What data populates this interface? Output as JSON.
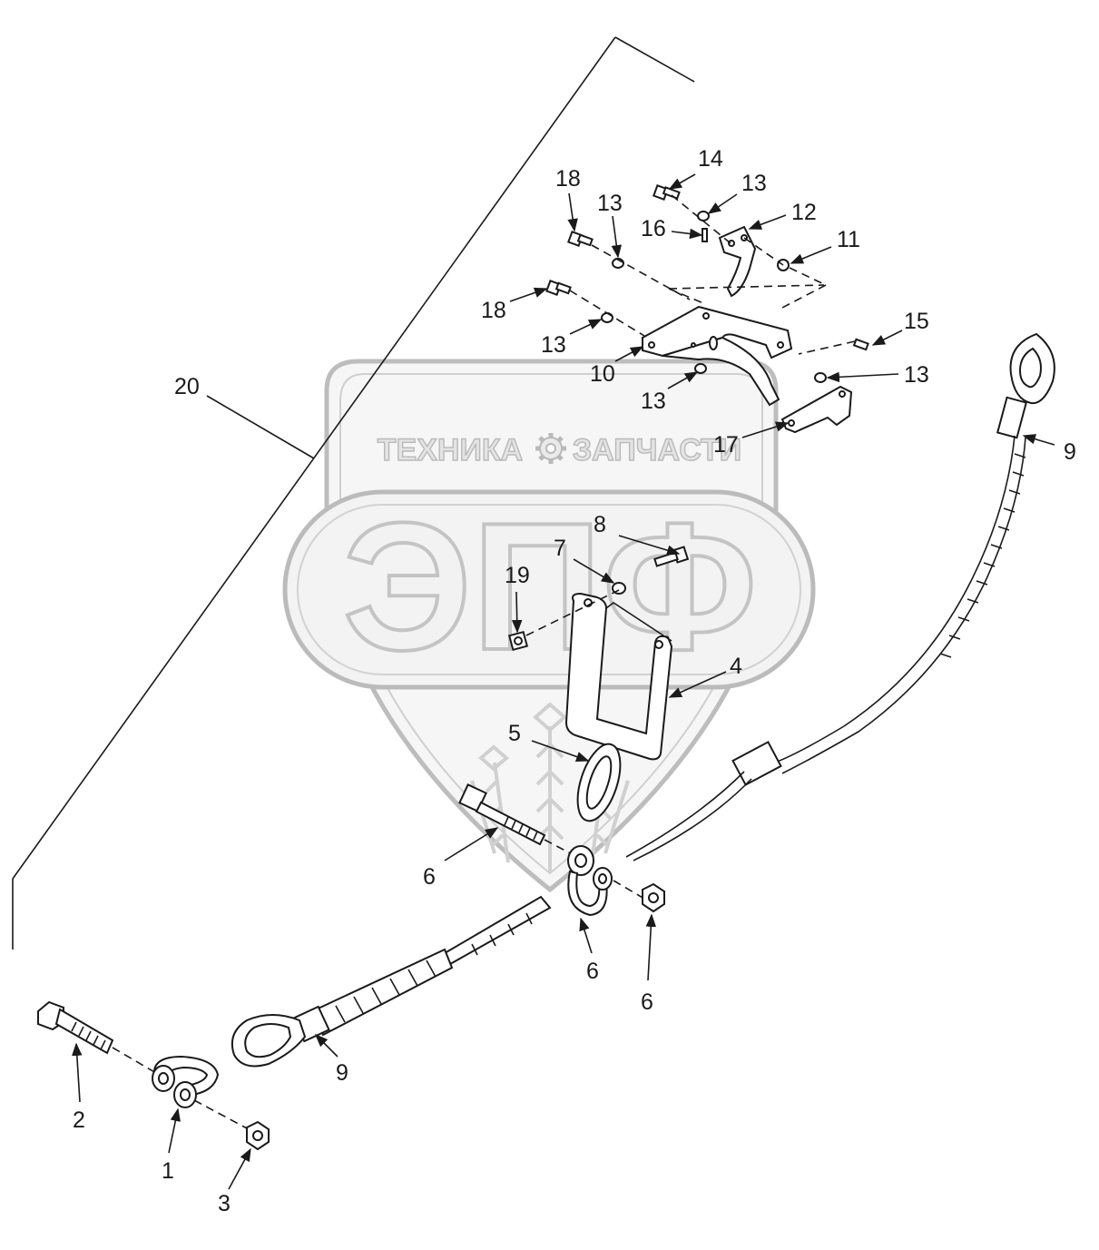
{
  "watermark": {
    "top_left": "ТЕХНИКА",
    "top_right": "ЗАПЧАСТИ",
    "brand": "ЭПФ",
    "gear_icon": "gear-icon",
    "wheat_icon": "wheat-icon"
  },
  "callouts": {
    "c1": "1",
    "c2": "2",
    "c3": "3",
    "c4": "4",
    "c5": "5",
    "c6a": "6",
    "c6b": "6",
    "c6c": "6",
    "c7": "7",
    "c8": "8",
    "c9a": "9",
    "c9b": "9",
    "c10": "10",
    "c11": "11",
    "c12": "12",
    "c13a": "13",
    "c13b": "13",
    "c13c": "13",
    "c13d": "13",
    "c13e": "13",
    "c14": "14",
    "c15": "15",
    "c16": "16",
    "c17": "17",
    "c18a": "18",
    "c18b": "18",
    "c19": "19",
    "c20": "20"
  }
}
